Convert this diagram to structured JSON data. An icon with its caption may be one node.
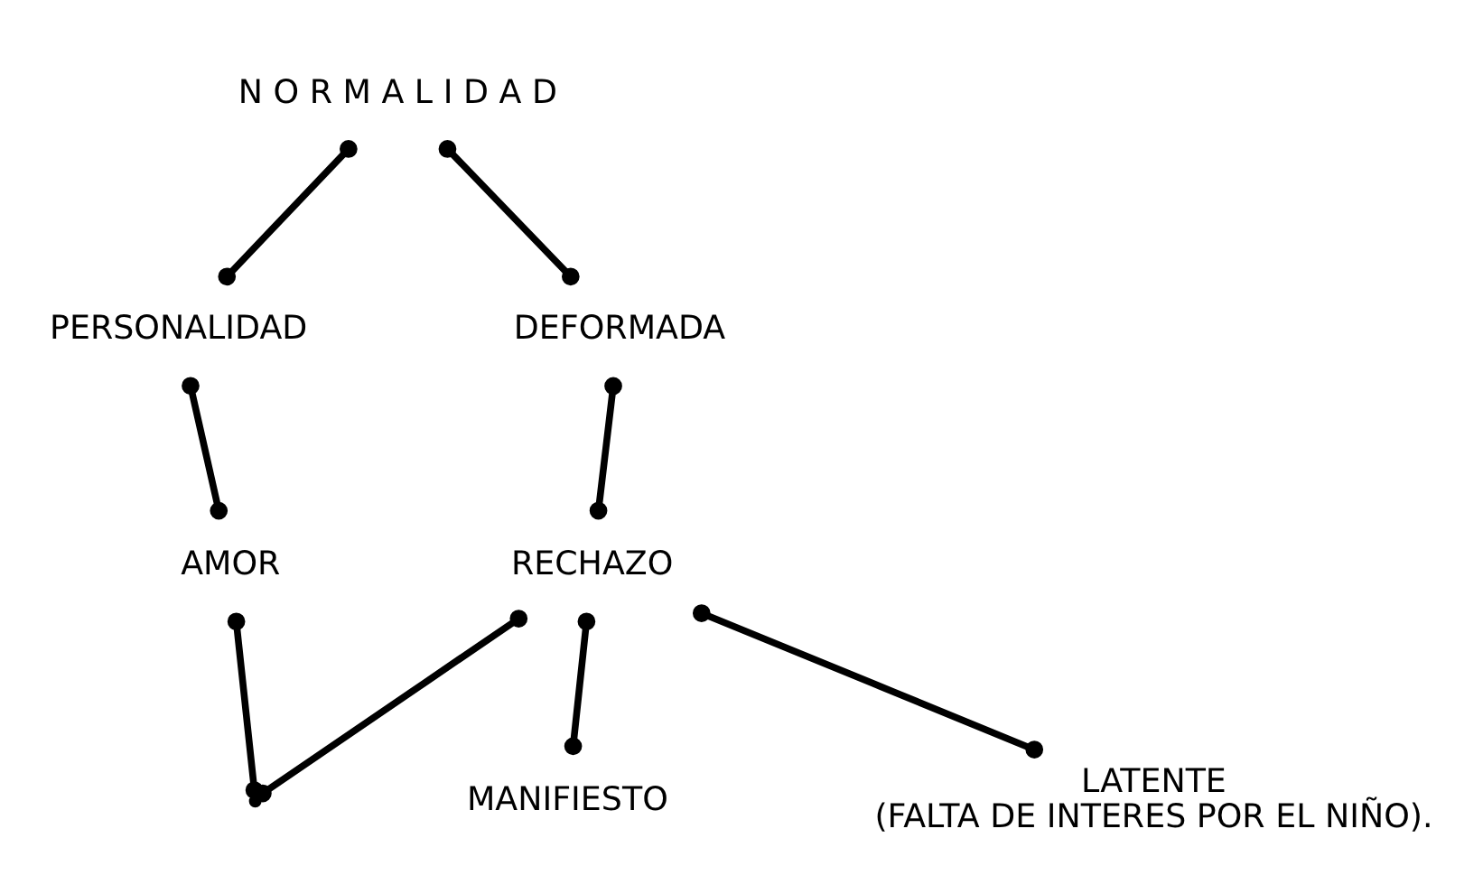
{
  "diagram": {
    "nodes": [
      {
        "text": [
          "N O R M A L I D A D"
        ]
      },
      {
        "text": [
          "PERSONALIDAD"
        ]
      },
      {
        "text": [
          "DEFORMADA"
        ]
      },
      {
        "text": [
          "MANIFIESTO"
        ]
      },
      {
        "text": [
          "AMOR"
        ]
      },
      {
        "text": [
          "RECHAZO"
        ]
      },
      {
        "text": [
          "LATENTE",
          "(FALTA DE INTERES POR EL NIÑO)."
        ]
      },
      {
        "text": [],
        "shape": "circle"
      }
    ],
    "edges": [
      {
        "from": 0,
        "to": 1,
        "arrow": "other"
      },
      {
        "from": 0,
        "to": 2,
        "arrow": "other"
      },
      {
        "from": 1,
        "to": 4,
        "arrow": "other"
      },
      {
        "from": 2,
        "to": 5,
        "arrow": "other"
      },
      {
        "from": 5,
        "to": 3,
        "arrow": "other"
      },
      {
        "from": 5,
        "to": 6,
        "arrow": "other"
      },
      {
        "from": 4,
        "to": 7,
        "arrow": "other"
      },
      {
        "from": 5,
        "to": 7,
        "arrow": "other"
      }
    ]
  }
}
